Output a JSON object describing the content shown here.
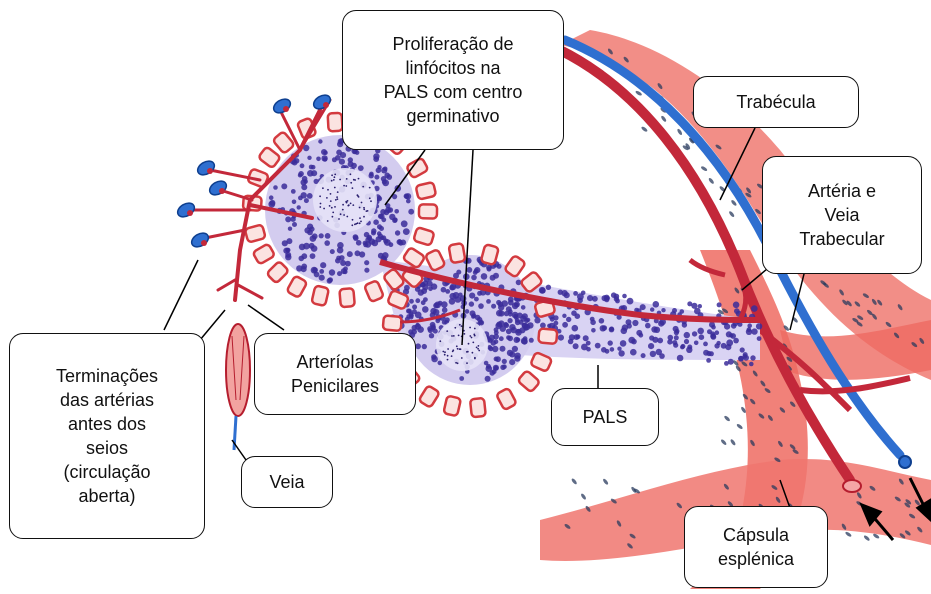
{
  "labels": {
    "proliferacao": "Proliferação de\nlinfócitos na\nPALS com centro\ngerminativo",
    "trabecula": "Trabécula",
    "arteria_veia": "Artéria e\nVeia\nTrabecular",
    "terminacoes": "Terminações\ndas artérias\nantes dos\nseios\n(circulação\naberta)",
    "arteriolas": "Arteríolas\nPenicilares",
    "pals": "PALS",
    "veia": "Veia",
    "capsula": "Cápsula\nesplénica"
  },
  "colors": {
    "tissue_red": "#e8413c",
    "artery_dark": "#b51d2e",
    "vein_blue": "#2f6fd0",
    "lymphocyte": "#3b2d9a",
    "pals_lavender": "#c9c2ea"
  }
}
